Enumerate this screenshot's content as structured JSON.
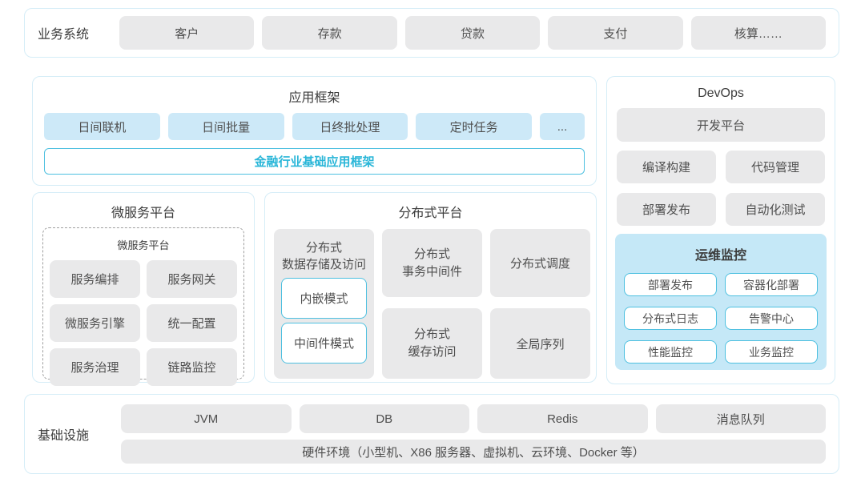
{
  "colors": {
    "border": "#d5edf7",
    "gray": "#e9e9ea",
    "blue": "#cde9f8",
    "opsbg": "#c5e8f7",
    "cyan": "#4ec0e0",
    "cyan_text": "#29b6d8",
    "text": "#4f4f4f",
    "title": "#3c3c3c"
  },
  "business": {
    "label": "业务系统",
    "items": [
      "客户",
      "存款",
      "贷款",
      "支付",
      "核算……"
    ]
  },
  "app_framework": {
    "title": "应用框架",
    "items": [
      "日间联机",
      "日间批量",
      "日终批处理",
      "定时任务",
      "..."
    ],
    "base_framework": "金融行业基础应用框架"
  },
  "devops": {
    "title": "DevOps",
    "platform": "开发平台",
    "items": [
      "编译构建",
      "代码管理",
      "部署发布",
      "自动化测试"
    ],
    "ops_monitor": {
      "title": "运维监控",
      "items": [
        "部署发布",
        "容器化部署",
        "分布式日志",
        "告警中心",
        "性能监控",
        "业务监控"
      ]
    }
  },
  "microservice": {
    "title": "微服务平台",
    "inner_title": "微服务平台",
    "items": [
      "服务编排",
      "服务网关",
      "微服务引擎",
      "统一配置",
      "服务治理",
      "链路监控"
    ]
  },
  "distributed": {
    "title": "分布式平台",
    "storage": {
      "title": "分布式\n数据存储及访问",
      "modes": [
        "内嵌模式",
        "中间件模式"
      ]
    },
    "cells": [
      "分布式\n事务中间件",
      "分布式调度",
      "分布式\n缓存访问",
      "全局序列"
    ]
  },
  "infrastructure": {
    "label": "基础设施",
    "items": [
      "JVM",
      "DB",
      "Redis",
      "消息队列"
    ],
    "hardware": "硬件环境（小型机、X86 服务器、虚拟机、云环境、Docker 等）"
  }
}
